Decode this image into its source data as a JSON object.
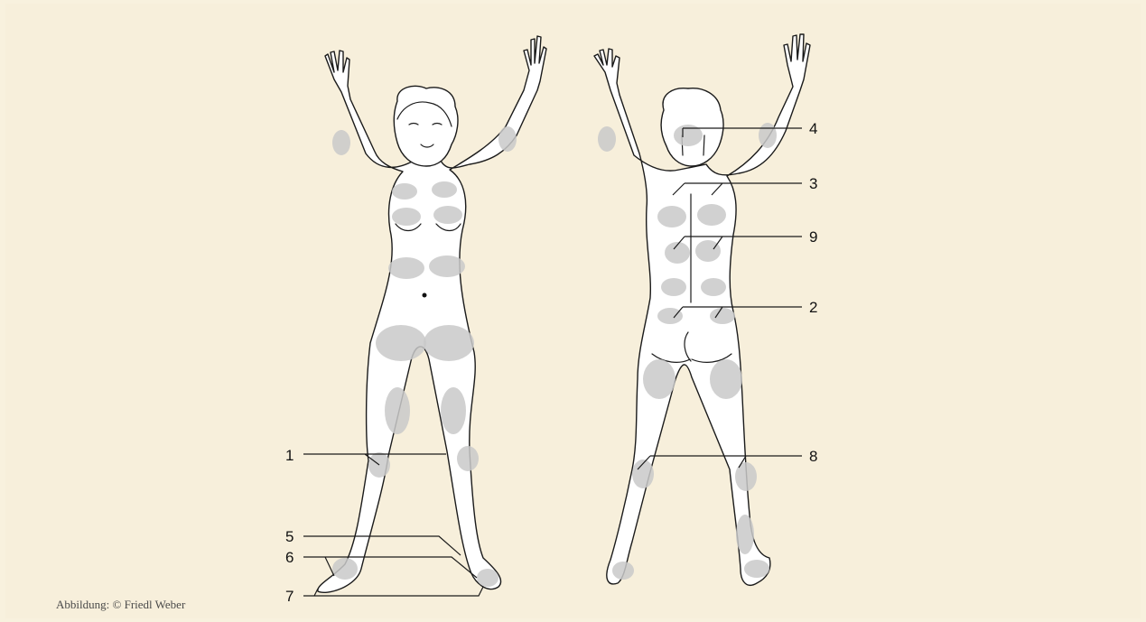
{
  "figure": {
    "labels": {
      "l1": "1",
      "l2": "2",
      "l3": "3",
      "l4": "4",
      "l5": "5",
      "l6": "6",
      "l7": "7",
      "l8": "8",
      "l9": "9"
    },
    "credit": "Abbildung: © Friedl Weber"
  },
  "colors": {
    "background": "#f7efdb",
    "body": "#ffffff",
    "zones": "#c9c9c9",
    "outline": "#1b1b1b"
  }
}
